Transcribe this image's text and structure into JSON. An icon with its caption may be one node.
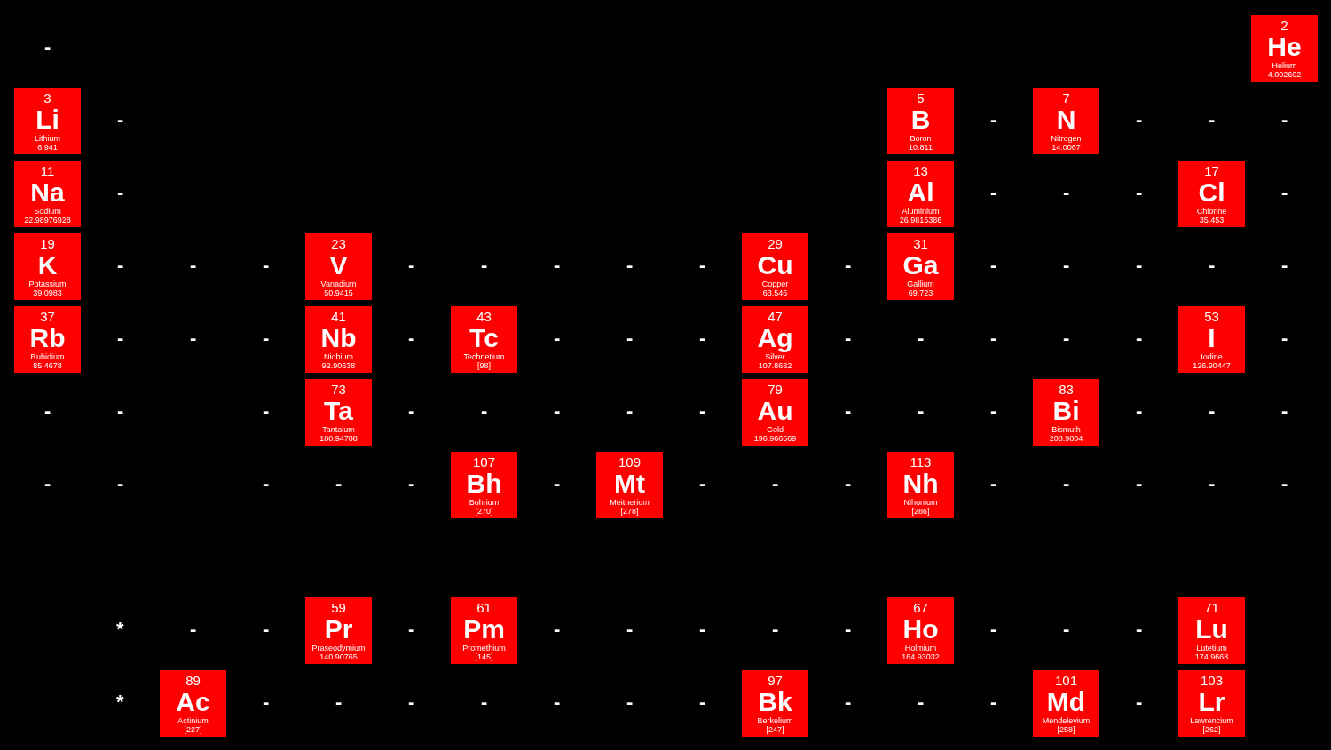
{
  "diagram": {
    "nodes": [
      {
        "text": [
          "2",
          "He",
          "Helium",
          "4.002602"
        ]
      },
      {
        "text": [
          "3",
          "Li",
          "Lithium",
          "6.941"
        ]
      },
      {
        "text": [
          "5",
          "B",
          "Boron",
          "10.811"
        ]
      },
      {
        "text": [
          "7",
          "N",
          "Nitrogen",
          "14.0067"
        ]
      },
      {
        "text": [
          "11",
          "Na",
          "Sodium",
          "22.98976928"
        ]
      },
      {
        "text": [
          "13",
          "Al",
          "Aluminium",
          "26.9815386"
        ]
      },
      {
        "text": [
          "17",
          "Cl",
          "Chlorine",
          "35.453"
        ]
      },
      {
        "text": [
          "19",
          "K",
          "Potassium",
          "39.0983"
        ]
      },
      {
        "text": [
          "23",
          "V",
          "Vanadium",
          "50.9415"
        ]
      },
      {
        "text": [
          "29",
          "Cu",
          "Copper",
          "63.546"
        ]
      },
      {
        "text": [
          "31",
          "Ga",
          "Gallium",
          "69.723"
        ]
      },
      {
        "text": [
          "37",
          "Rb",
          "Rubidium",
          "85.4678"
        ]
      },
      {
        "text": [
          "41",
          "Nb",
          "Niobium",
          "92.90638"
        ]
      },
      {
        "text": [
          "43",
          "Tc",
          "Technetium",
          "[98]"
        ]
      },
      {
        "text": [
          "47",
          "Ag",
          "Silver",
          "107.8682"
        ]
      },
      {
        "text": [
          "53",
          "I",
          "Iodine",
          "126.90447"
        ]
      },
      {
        "text": [
          "73",
          "Ta",
          "Tantalum",
          "180.94788"
        ]
      },
      {
        "text": [
          "79",
          "Au",
          "Gold",
          "196.966569"
        ]
      },
      {
        "text": [
          "83",
          "Bi",
          "Bismuth",
          "208.9804"
        ]
      },
      {
        "text": [
          "107",
          "Bh",
          "Bohrium",
          "[270]"
        ]
      },
      {
        "text": [
          "109",
          "Mt",
          "Meitnerium",
          "[278]"
        ]
      },
      {
        "text": [
          "113",
          "Nh",
          "Nihonium",
          "[286]"
        ]
      },
      {
        "text": [
          "59",
          "Pr",
          "Praseodymium",
          "140.90765"
        ]
      },
      {
        "text": [
          "61",
          "Pm",
          "Promethium",
          "[145]"
        ]
      },
      {
        "text": [
          "67",
          "Ho",
          "Holmium",
          "164.93032"
        ]
      },
      {
        "text": [
          "71",
          "Lu",
          "Lutetium",
          "174.9668"
        ]
      },
      {
        "text": [
          "89",
          "Ac",
          "Actinium",
          "[227]"
        ]
      },
      {
        "text": [
          "97",
          "Bk",
          "Berkelium",
          "[247]"
        ]
      },
      {
        "text": [
          "101",
          "Md",
          "Mendelevium",
          "[258]"
        ]
      },
      {
        "text": [
          "103",
          "Lr",
          "Lawrencium",
          "[262]"
        ]
      }
    ],
    "labels": [
      "-",
      "-",
      "-",
      "-",
      "-",
      "-",
      "-",
      "-",
      "-",
      "-",
      "-",
      "-",
      "-",
      "-",
      "-",
      "-",
      "-",
      "-",
      "-",
      "-",
      "-",
      "-",
      "-",
      "-",
      "-",
      "-",
      "-",
      "-",
      "-",
      "-",
      "-",
      "-",
      "-",
      "-",
      "-",
      "-",
      "-",
      "-",
      "-",
      "-",
      "-",
      "-",
      "-",
      "-",
      "-",
      "-",
      "-",
      "-",
      "-",
      "-",
      "-",
      "-",
      "-",
      "-",
      "-",
      "-",
      "-",
      "-",
      "-",
      "-",
      "-",
      "-",
      "-",
      "-",
      "-",
      "-",
      "*",
      "-",
      "-",
      "-",
      "-",
      "-",
      "-",
      "-",
      "-",
      "-",
      "-",
      "-",
      "*",
      "-",
      "-",
      "-",
      "-",
      "-",
      "-",
      "-",
      "-",
      "-",
      "-",
      "-"
    ]
  }
}
